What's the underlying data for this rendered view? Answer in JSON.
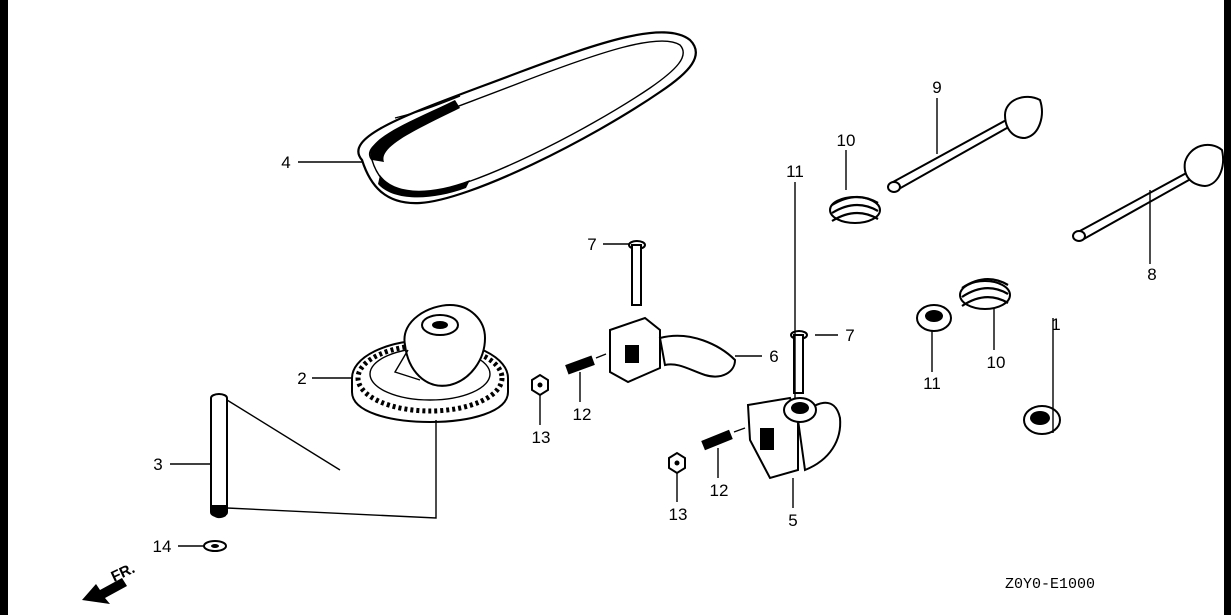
{
  "diagram": {
    "drawing_code": "Z0Y0-E1000",
    "front_marker": "FR.",
    "callouts": {
      "c1": "1",
      "c2": "2",
      "c3": "3",
      "c4": "4",
      "c5": "5",
      "c6": "6",
      "c7a": "7",
      "c7b": "7",
      "c8": "8",
      "c9": "9",
      "c10a": "10",
      "c10b": "10",
      "c11a": "11",
      "c11b": "11",
      "c12a": "12",
      "c12b": "12",
      "c13a": "13",
      "c13b": "13",
      "c14": "14"
    }
  }
}
